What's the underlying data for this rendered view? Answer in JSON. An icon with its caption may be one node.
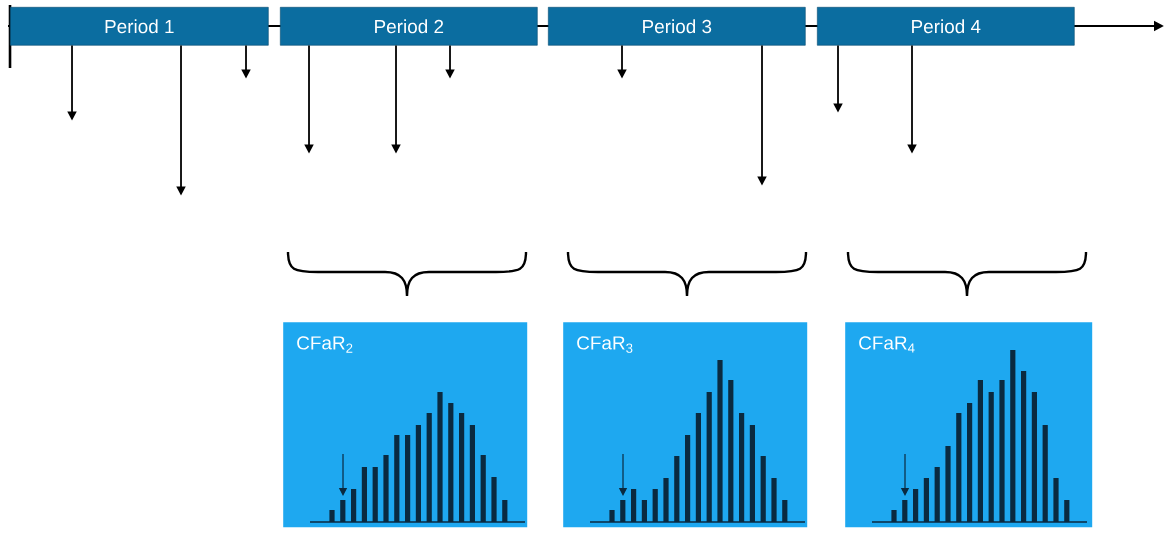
{
  "diagram": {
    "nodes": [
      {
        "text": [
          "Period 1"
        ]
      },
      {
        "text": [
          "Period 2"
        ]
      },
      {
        "text": [
          "Period 3"
        ]
      },
      {
        "text": [
          "Period 4"
        ]
      },
      {
        "text": [
          "CFaR$_{2}$"
        ]
      },
      {
        "text": [
          "CFaR$_{3}$"
        ]
      },
      {
        "text": [
          "CFaR$_{4}$"
        ]
      }
    ],
    "edges": [
      {
        "from": 0,
        "to": null,
        "arrow": "to"
      },
      {
        "from": 0,
        "to": null,
        "arrow": "to"
      },
      {
        "from": 0,
        "to": null,
        "arrow": "to"
      },
      {
        "from": 1,
        "to": null,
        "arrow": "to"
      },
      {
        "from": 1,
        "to": null,
        "arrow": "to"
      },
      {
        "from": 1,
        "to": null,
        "arrow": "to"
      },
      {
        "from": 2,
        "to": null,
        "arrow": "to"
      },
      {
        "from": 2,
        "to": null,
        "arrow": "to"
      },
      {
        "from": 3,
        "to": null,
        "arrow": "to"
      },
      {
        "from": 3,
        "to": null,
        "arrow": "to"
      }
    ]
  }
}
